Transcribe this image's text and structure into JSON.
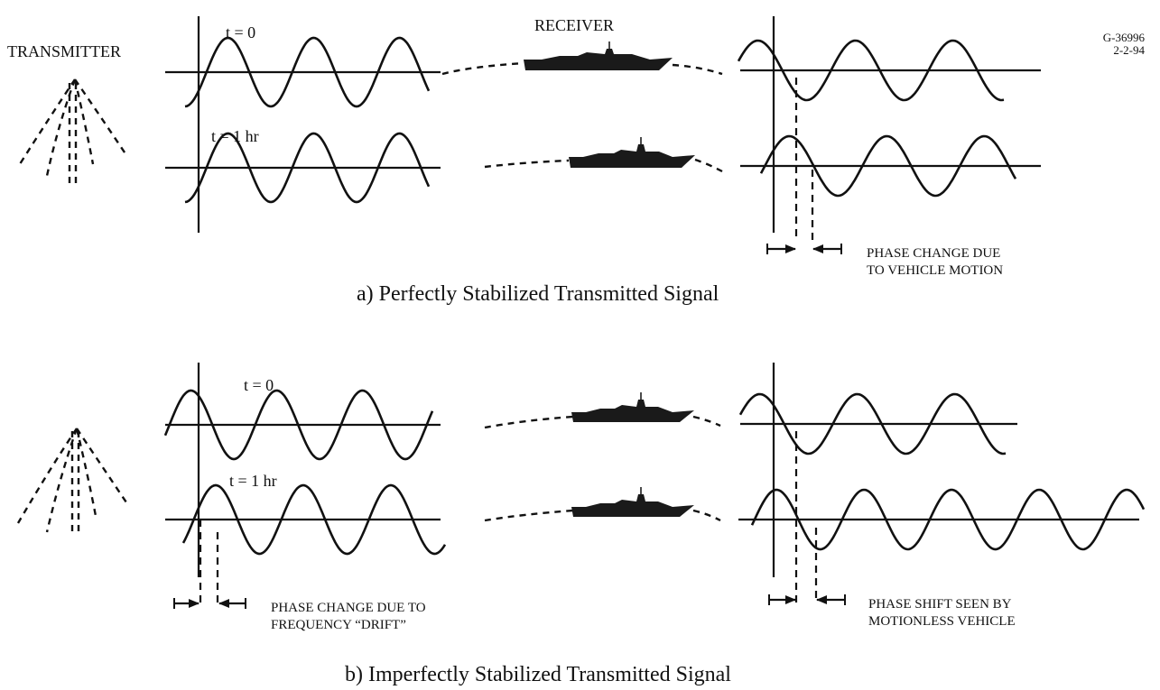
{
  "header": {
    "drawing_number": "G-36996",
    "date": "2-2-94"
  },
  "labels": {
    "transmitter": "TRANSMITTER",
    "receiver": "RECEIVER",
    "t0": "t = 0",
    "t1": "t = 1 hr"
  },
  "panel_a": {
    "caption": "a)  Perfectly Stabilized Transmitted Signal",
    "note_line1": "PHASE CHANGE DUE",
    "note_line2": "TO VEHICLE MOTION"
  },
  "panel_b": {
    "caption": "b)  Imperfectly Stabilized Transmitted Signal",
    "left_note_line1": "PHASE CHANGE DUE TO",
    "left_note_line2": "FREQUENCY “DRIFT”",
    "right_note_line1": "PHASE SHIFT SEEN BY",
    "right_note_line2": "MOTIONLESS VEHICLE"
  },
  "icons": {
    "antenna": "dashed-antenna-icon",
    "ship": "ship-silhouette-icon",
    "arrow": "inward-arrow-icon"
  }
}
